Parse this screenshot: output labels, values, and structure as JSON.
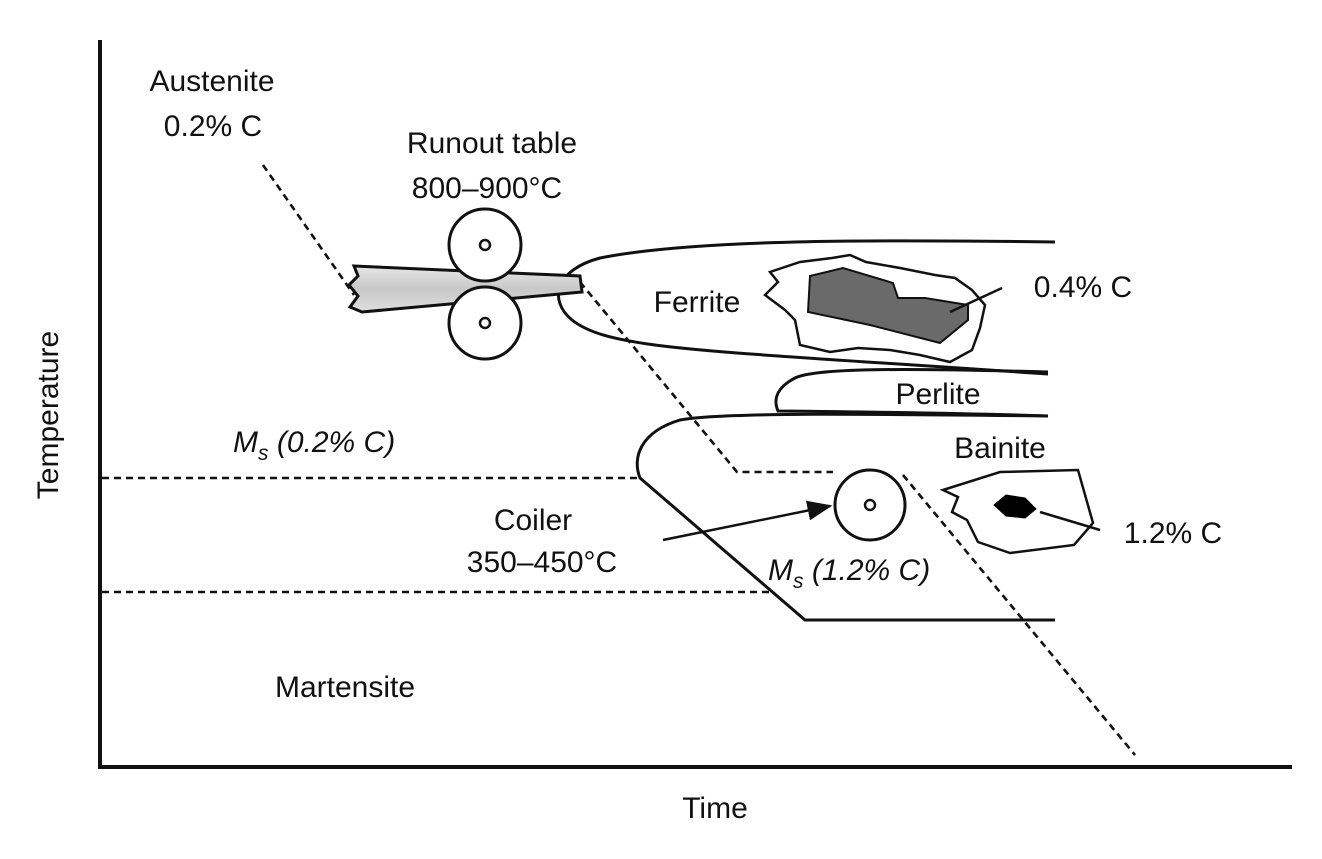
{
  "axes": {
    "x_label": "Time",
    "y_label": "Temperature"
  },
  "start_phase": {
    "name": "Austenite",
    "carbon": "0.2% C"
  },
  "runout_table": {
    "name": "Runout table",
    "temp_range": "800–900°C"
  },
  "coiler": {
    "name": "Coiler",
    "temp_range": "350–450°C"
  },
  "regions": {
    "ferrite": "Ferrite",
    "perlite": "Perlite",
    "bainite": "Bainite",
    "martensite": "Martensite"
  },
  "ms_lines": {
    "ms_02": {
      "symbol": "M",
      "subscript": "s",
      "condition": " (0.2% C)"
    },
    "ms_12": {
      "symbol": "M",
      "subscript": "s",
      "condition": " (1.2% C)"
    }
  },
  "microstructure_callouts": {
    "ferrite_grain_carbon": "0.4% C",
    "bainite_grain_carbon": "1.2% C"
  },
  "colors": {
    "ink": "#111111",
    "strip_fill": "#cfcfcf",
    "ferrite_grain_fill": "#6a6a6a",
    "bainite_grain_fill": "#000000"
  }
}
